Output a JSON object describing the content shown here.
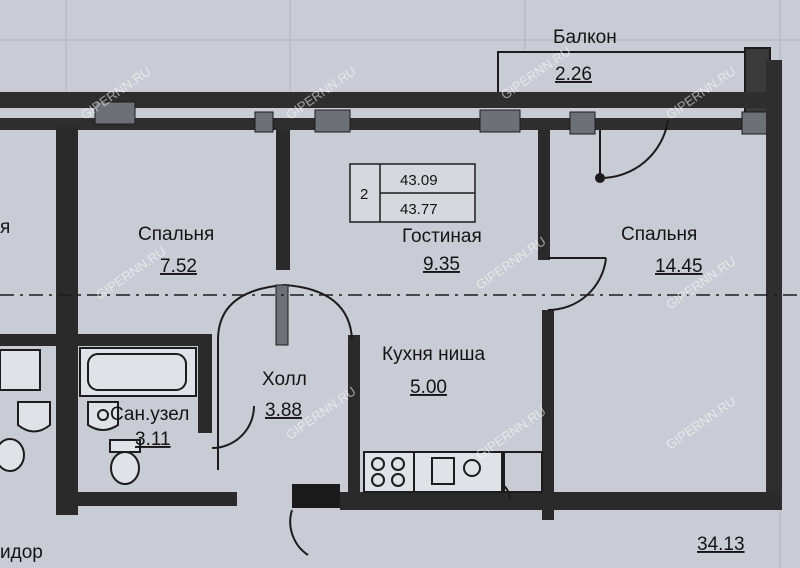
{
  "rooms": {
    "balcony": {
      "name": "Балкон",
      "area": "2.26"
    },
    "bedroom_left": {
      "name": "Спальня",
      "area": "7.52"
    },
    "living": {
      "name": "Гостиная",
      "area": "9.35"
    },
    "bedroom_right": {
      "name": "Спальня",
      "area": "14.45"
    },
    "kitchen": {
      "name": "Кухня ниша",
      "area": "5.00"
    },
    "hall": {
      "name": "Холл",
      "area": "3.88"
    },
    "bathroom": {
      "name": "Сан.узел",
      "area": "3.11"
    },
    "corridor": {
      "name": "идор"
    },
    "left_room_fragment": {
      "name": "я"
    }
  },
  "apartment": {
    "rooms_count": "2",
    "living_area": "43.09",
    "total_area": "43.77"
  },
  "neighbor_area": "34.13",
  "watermark": "GIPERNN.RU",
  "colors": {
    "paper": "#c9ccd4",
    "wall": "#2a2a2a",
    "line": "#1c1c1c"
  }
}
